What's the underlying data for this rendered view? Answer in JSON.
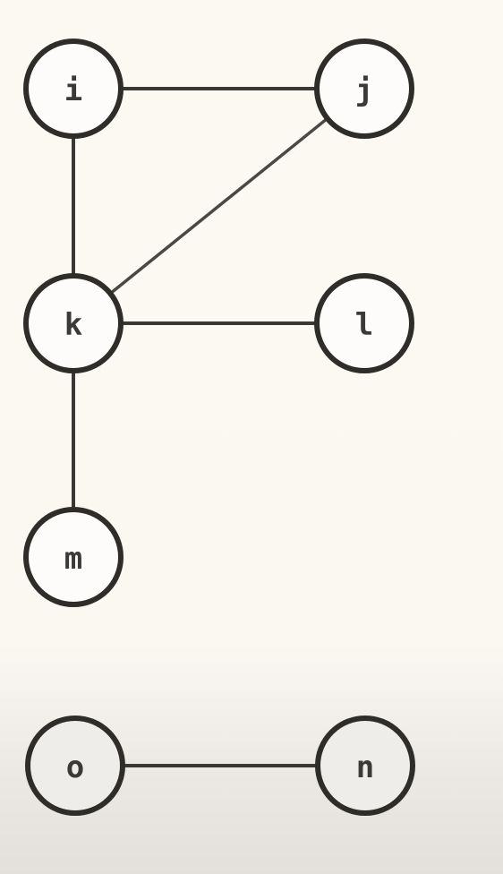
{
  "diagram": {
    "nodes": [
      {
        "id": "i",
        "label": "i",
        "shaded": false
      },
      {
        "id": "j",
        "label": "j",
        "shaded": false
      },
      {
        "id": "k",
        "label": "k",
        "shaded": false
      },
      {
        "id": "l",
        "label": "l",
        "shaded": false
      },
      {
        "id": "m",
        "label": "m",
        "shaded": false
      },
      {
        "id": "o",
        "label": "o",
        "shaded": true
      },
      {
        "id": "n",
        "label": "n",
        "shaded": true
      }
    ],
    "edges": [
      {
        "from": "i",
        "to": "j"
      },
      {
        "from": "i",
        "to": "k"
      },
      {
        "from": "j",
        "to": "k"
      },
      {
        "from": "k",
        "to": "l"
      },
      {
        "from": "k",
        "to": "m"
      },
      {
        "from": "o",
        "to": "n"
      }
    ],
    "colors": {
      "background": "#fcf8f2",
      "node_fill": "#fdfcfa",
      "node_stroke": "#2f2d2a",
      "edge": "#3a3835",
      "label": "#3b3a38"
    }
  }
}
